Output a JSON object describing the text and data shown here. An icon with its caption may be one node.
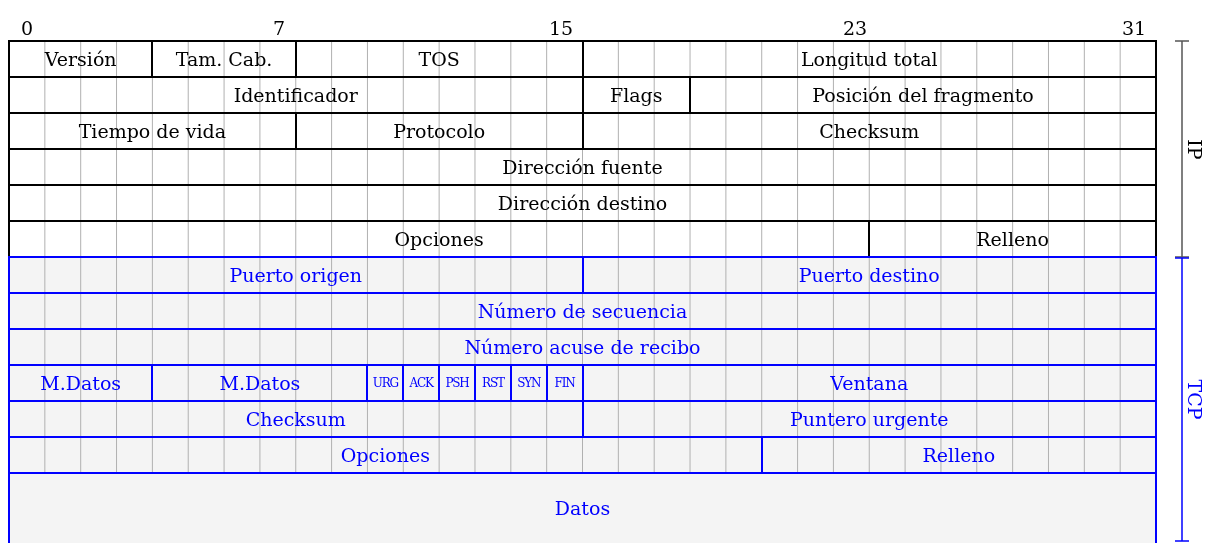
{
  "diagram": {
    "nodes": [
      {
        "text": [
          "Versión"
        ]
      },
      {
        "text": [
          "Tam. Cab."
        ]
      },
      {
        "text": [
          "TOS"
        ]
      },
      {
        "text": [
          "Longitud total"
        ]
      },
      {
        "text": [
          "Identificador"
        ]
      },
      {
        "text": [
          "Flags"
        ]
      },
      {
        "text": [
          "Posición del fragmento"
        ]
      },
      {
        "text": [
          "Tiempo de vida"
        ]
      },
      {
        "text": [
          "Protocolo"
        ]
      },
      {
        "text": [
          "Checksum"
        ]
      },
      {
        "text": [
          "Dirección fuente"
        ]
      },
      {
        "text": [
          "Dirección destino"
        ]
      },
      {
        "text": [
          "Opciones"
        ]
      },
      {
        "text": [
          "Relleno"
        ]
      },
      {
        "text": [
          "Puerto origen"
        ]
      },
      {
        "text": [
          "Puerto destino"
        ]
      },
      {
        "text": [
          "Número de secuencia"
        ]
      },
      {
        "text": [
          "Número acuse de recibo"
        ]
      },
      {
        "text": [
          "M.Datos"
        ]
      },
      {
        "text": [
          "M.Datos"
        ]
      },
      {
        "text": [
          "URG"
        ]
      },
      {
        "text": [
          "ACK"
        ]
      },
      {
        "text": [
          "PSH"
        ]
      },
      {
        "text": [
          "RST"
        ]
      },
      {
        "text": [
          "SYN"
        ]
      },
      {
        "text": [
          "FIN"
        ]
      },
      {
        "text": [
          "Ventana"
        ]
      },
      {
        "text": [
          "Checksum"
        ]
      },
      {
        "text": [
          "Puntero urgente"
        ]
      },
      {
        "text": [
          "Opciones"
        ]
      },
      {
        "text": [
          "Relleno"
        ]
      },
      {
        "text": [
          "Datos"
        ]
      }
    ],
    "labels": [
      "0",
      "7",
      "15",
      "23",
      "31",
      "IP",
      "TCP"
    ]
  }
}
